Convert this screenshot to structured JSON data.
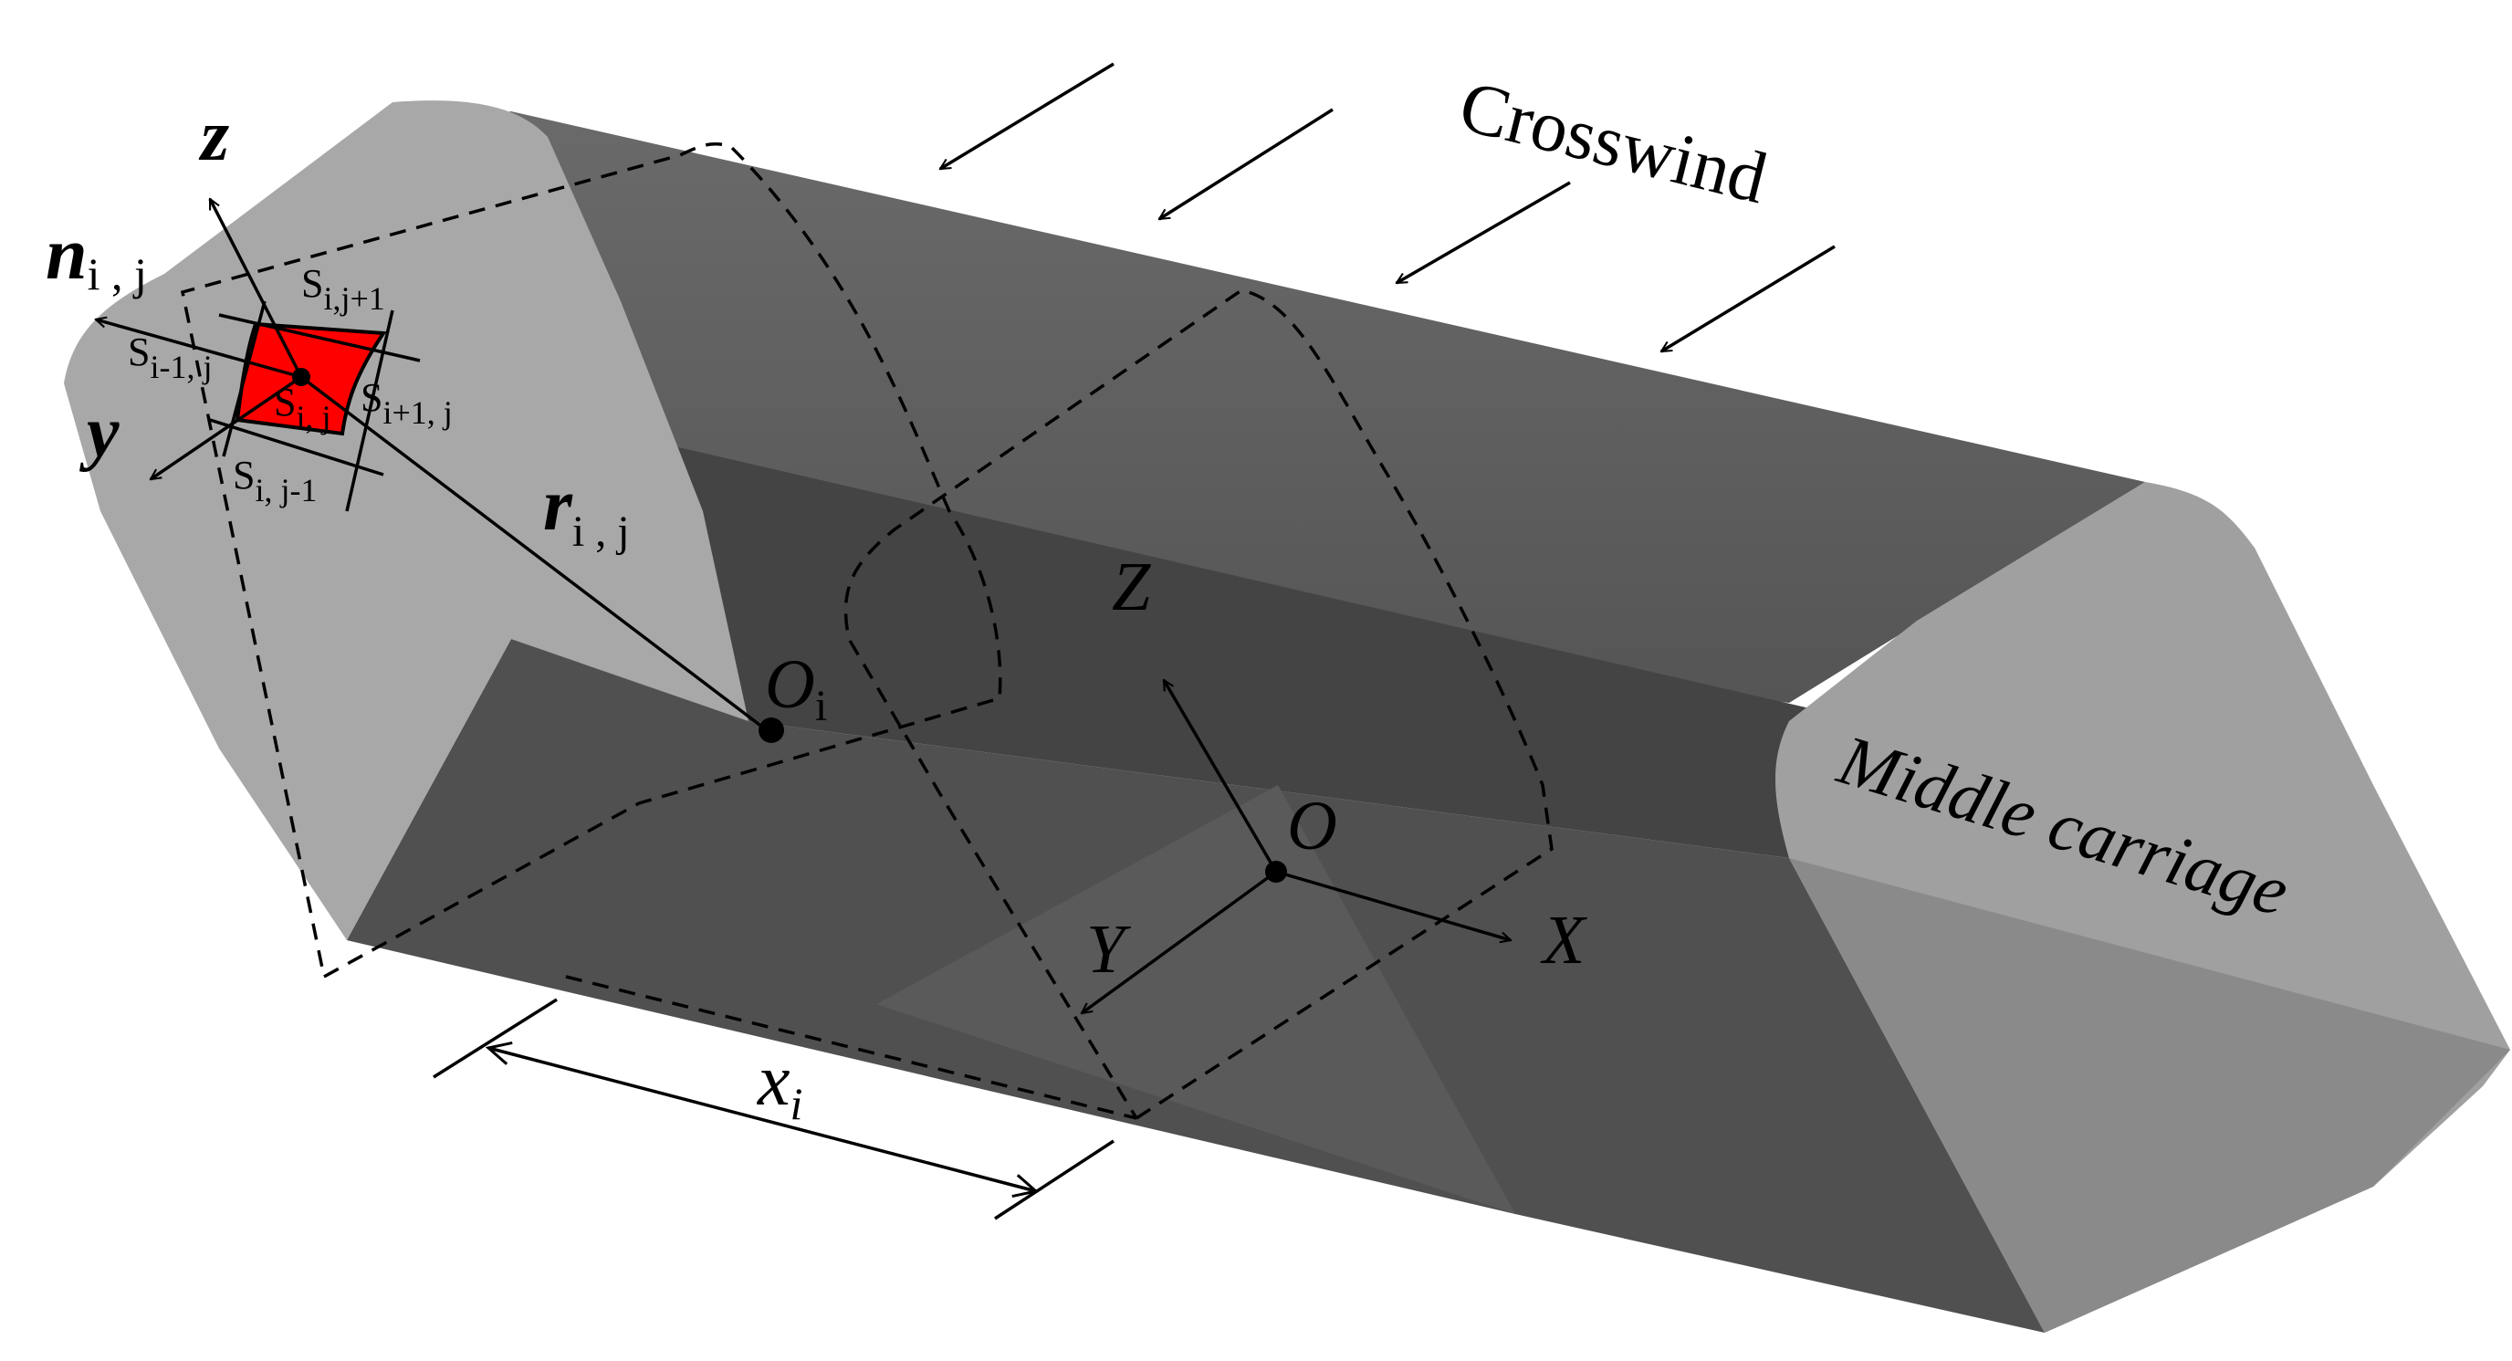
{
  "labels": {
    "crosswind": "Crosswind",
    "middle_carriage": "Middle carriage",
    "z_local": "z",
    "y_local": "y",
    "n_main": "n",
    "n_sub": "i , j",
    "r_main": "r",
    "r_sub": "i , j",
    "s_top_main": "S",
    "s_top_sub": "i,j+1",
    "s_left_main": "S",
    "s_left_sub": "i-1, j",
    "s_center_main": "S",
    "s_center_sub": "i, j",
    "s_right_main": "S",
    "s_right_sub": "i+1, j",
    "s_bottom_main": "S",
    "s_bottom_sub": "i, j-1",
    "oi_main": "O",
    "oi_sub": "i",
    "o_global": "O",
    "z_global": "Z",
    "x_global": "X",
    "y_global": "Y",
    "xi_main": "x",
    "xi_sub": "i"
  },
  "colors": {
    "background": "#ffffff",
    "body_top": "#5e5e5e",
    "body_side": "#4a4a4a",
    "body_band": "#424242",
    "end_face_light": "#a6a6a6",
    "end_face_mid": "#8e8e8e",
    "element_patch": "#ff0000",
    "ink": "#000000"
  }
}
